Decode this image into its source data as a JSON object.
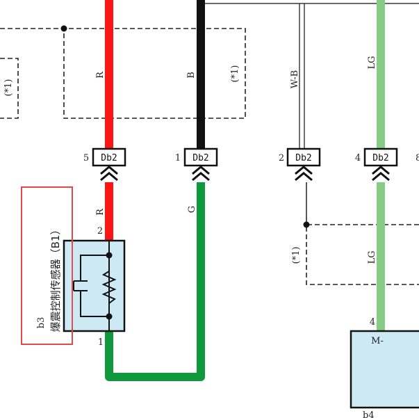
{
  "colors": {
    "red": "#ff1414",
    "black": "#111111",
    "green": "#0e9a3c",
    "light_green": "#86cc86",
    "component_fill": "#cde9f3",
    "highlight_box": "#e04a4a"
  },
  "wires": {
    "red_label_top": "R",
    "black_label_top": "B",
    "wb_label": "W-B",
    "lg_label_top": "LG",
    "red_label_bottom": "R",
    "green_label_bottom": "G",
    "lg_label_bottom": "LG"
  },
  "connectors": [
    {
      "pin": "5",
      "name": "Db2"
    },
    {
      "pin": "1",
      "name": "Db2"
    },
    {
      "pin": "2",
      "name": "Db2"
    },
    {
      "pin": "4",
      "name": "Db2"
    }
  ],
  "edge_pin": "8",
  "notes": {
    "left": "(*1)",
    "middle": "(*1)",
    "lower_right": "(*1)"
  },
  "sensor": {
    "code": "b3",
    "name": "爆震控制传感器（B1）",
    "pin_top": "2",
    "pin_bottom": "1"
  },
  "ecu": {
    "pin": "4",
    "terminal": "M-",
    "code": "b4"
  }
}
